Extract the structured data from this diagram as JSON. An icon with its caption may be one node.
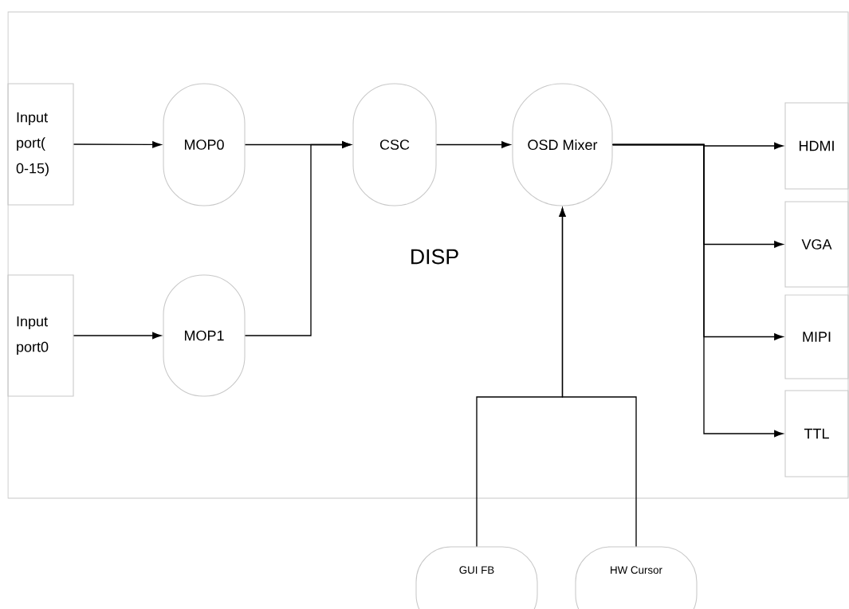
{
  "diagram": {
    "nodes": [
      {
        "text": [
          "DISP"
        ]
      },
      {
        "text": [
          "Input port( 0-15)"
        ],
        "in": 0
      },
      {
        "text": [
          "MOP0"
        ],
        "in": 0
      },
      {
        "text": [
          "CSC"
        ],
        "in": 0
      },
      {
        "text": [
          "OSD Mixer"
        ],
        "in": 0
      },
      {
        "text": [
          "HDMI"
        ],
        "in": 0
      },
      {
        "text": [
          "VGA"
        ],
        "in": 0
      },
      {
        "text": [
          "MIPI"
        ],
        "in": 0
      },
      {
        "text": [
          "Input port0"
        ],
        "in": 0
      },
      {
        "text": [
          "MOP1"
        ],
        "in": 0
      },
      {
        "text": [
          "TTL"
        ],
        "in": 0
      },
      {
        "text": [
          "GUI FB"
        ]
      },
      {
        "text": [
          "HW Cursor"
        ]
      }
    ],
    "edges": [
      {
        "from": 1,
        "to": 2,
        "arrow": "to"
      },
      {
        "from": 2,
        "to": 3,
        "arrow": "to"
      },
      {
        "from": 9,
        "to": 3,
        "arrow": "to"
      },
      {
        "from": 8,
        "to": 9,
        "arrow": "to"
      },
      {
        "from": 3,
        "to": 4,
        "arrow": "to"
      },
      {
        "from": 4,
        "to": 5,
        "arrow": "to"
      },
      {
        "from": 4,
        "to": 6,
        "arrow": "to"
      },
      {
        "from": 4,
        "to": 7,
        "arrow": "to"
      },
      {
        "from": 4,
        "to": 10,
        "arrow": "to"
      },
      {
        "from": 11,
        "to": 4,
        "arrow": "to"
      },
      {
        "from": 12,
        "to": 4,
        "arrow": "to"
      }
    ]
  }
}
